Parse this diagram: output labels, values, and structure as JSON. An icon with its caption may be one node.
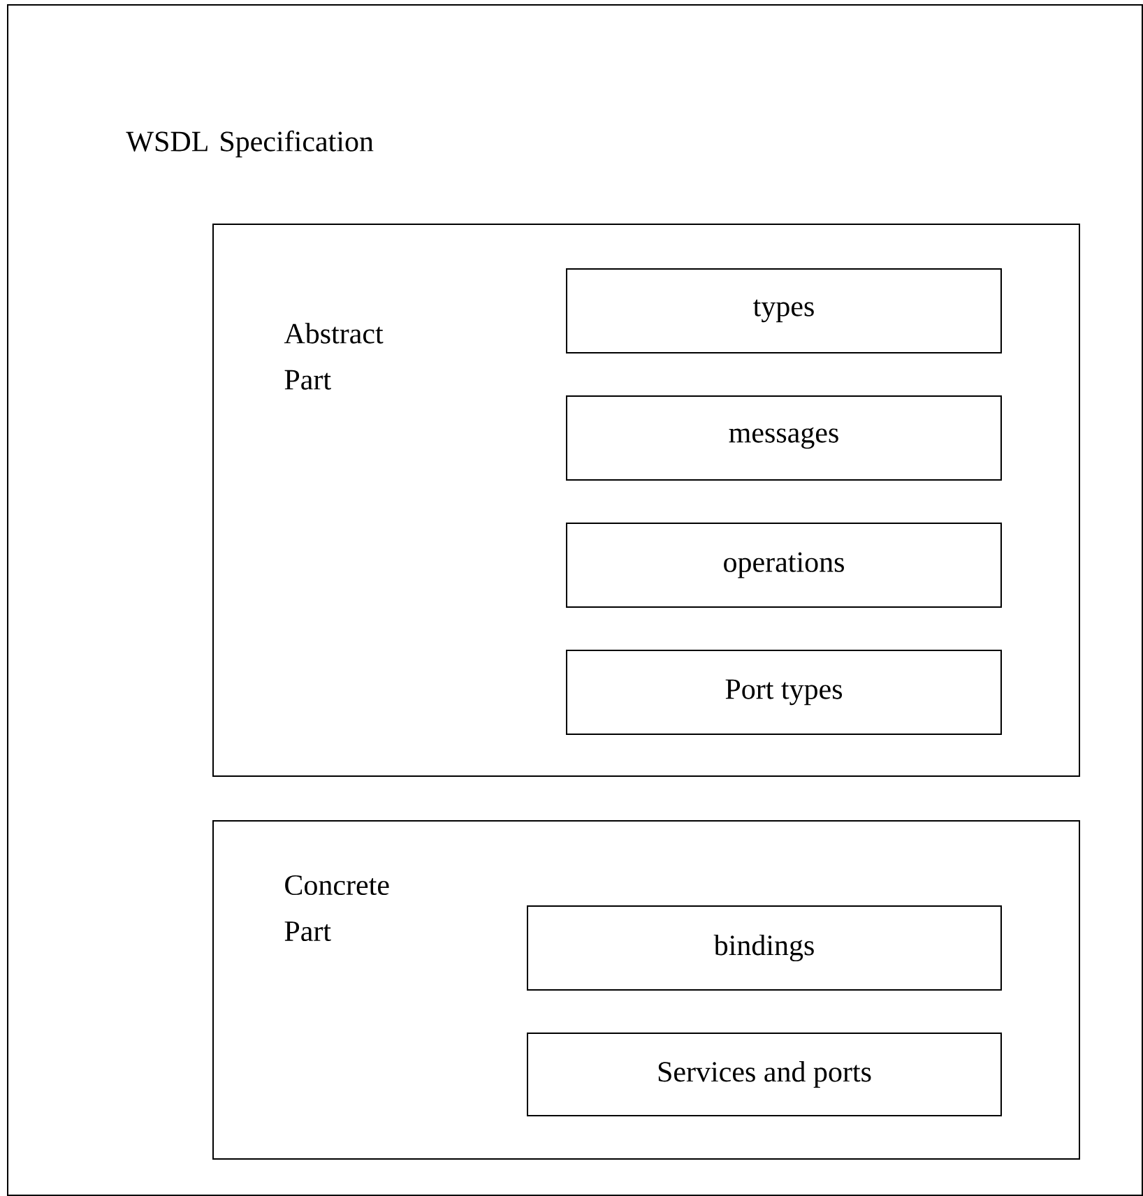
{
  "diagram": {
    "nodes": [
      {
        "text": [
          "WSDL Specification"
        ]
      },
      {
        "text": [
          "Abstract Part"
        ],
        "in": 0
      },
      {
        "text": [
          "types"
        ],
        "in": 1
      },
      {
        "text": [
          "messages"
        ],
        "in": 1
      },
      {
        "text": [
          "operations"
        ],
        "in": 1
      },
      {
        "text": [
          "Port types"
        ],
        "in": 1
      },
      {
        "text": [
          "Concrete Part"
        ],
        "in": 0
      },
      {
        "text": [
          "bindings"
        ],
        "in": 6
      },
      {
        "text": [
          "Services and ports"
        ],
        "in": 6
      }
    ]
  }
}
